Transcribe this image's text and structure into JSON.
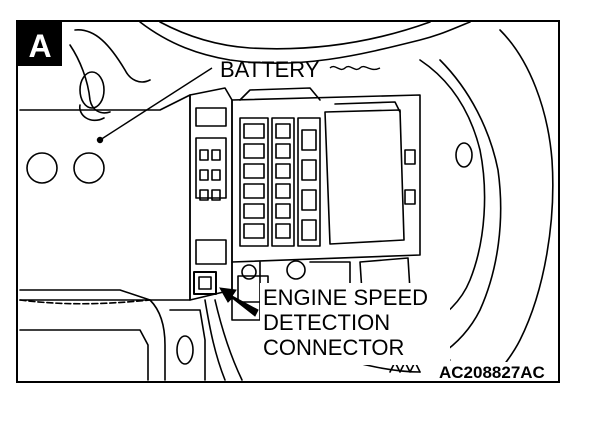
{
  "figure": {
    "view_letter": "A",
    "callouts": {
      "battery": "BATTERY",
      "connector_line1": "ENGINE SPEED",
      "connector_line2": "DETECTION",
      "connector_line3": "CONNECTOR"
    },
    "figure_code": "AC208827AC"
  },
  "colors": {
    "ink": "#000000",
    "paper": "#ffffff"
  }
}
